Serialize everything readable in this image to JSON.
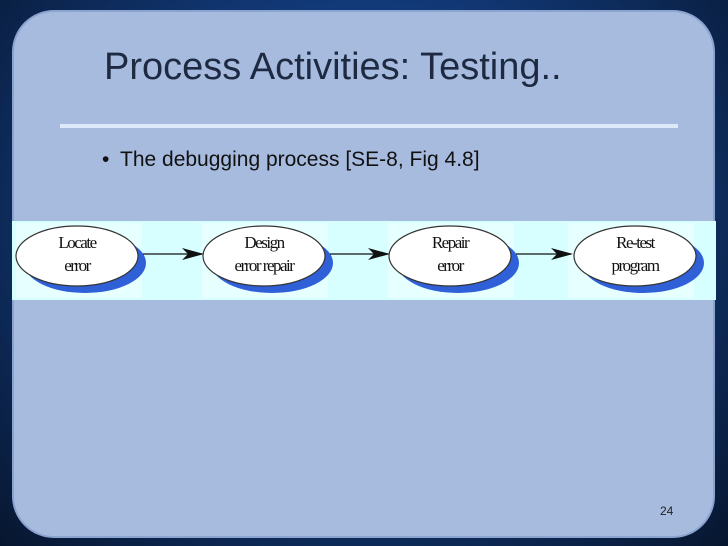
{
  "slide": {
    "title": "Process Activities: Testing..",
    "bullet_symbol": "•",
    "bullet_text": "The debugging process [SE-8, Fig 4.8]",
    "page_number": "24"
  },
  "diagram": {
    "nodes": [
      {
        "line1": "Locate",
        "line2": "error"
      },
      {
        "line1": "Design",
        "line2": "error repair"
      },
      {
        "line1": "Repair",
        "line2": "error"
      },
      {
        "line1": "Re-test",
        "line2": "program"
      }
    ],
    "colors": {
      "band": "#d7ffff",
      "node_fill": "#ffffff",
      "node_shadow": "#3060d8",
      "node_stroke": "#333333",
      "arrow": "#111111"
    }
  }
}
